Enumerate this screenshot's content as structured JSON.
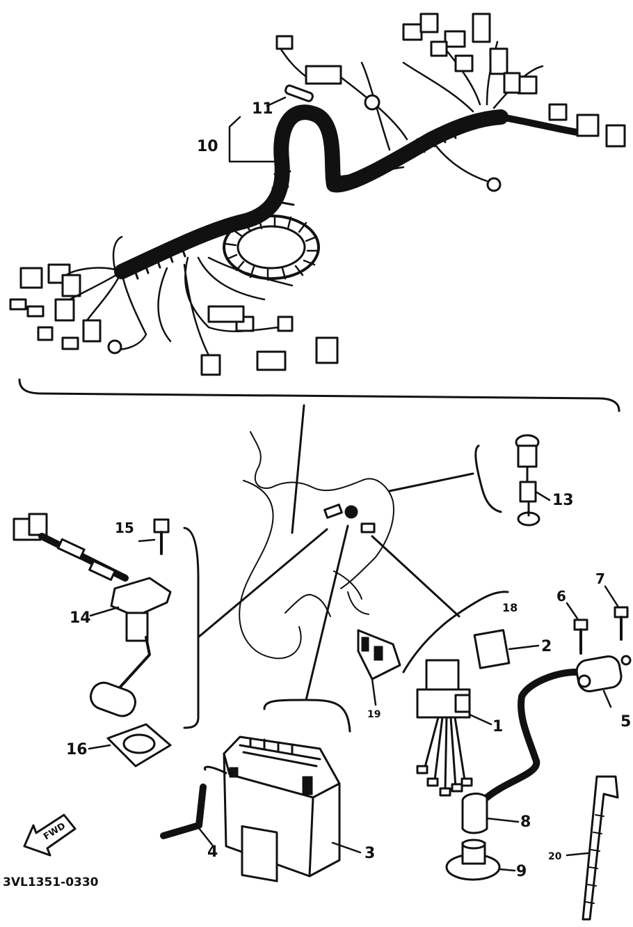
{
  "diagram_code": "3VL1351-0330",
  "front_marker": "FWD",
  "callouts": [
    "1",
    "2",
    "3",
    "4",
    "5",
    "6",
    "7",
    "8",
    "9",
    "10",
    "11",
    "13",
    "14",
    "15",
    "16",
    "18",
    "19",
    "20"
  ]
}
